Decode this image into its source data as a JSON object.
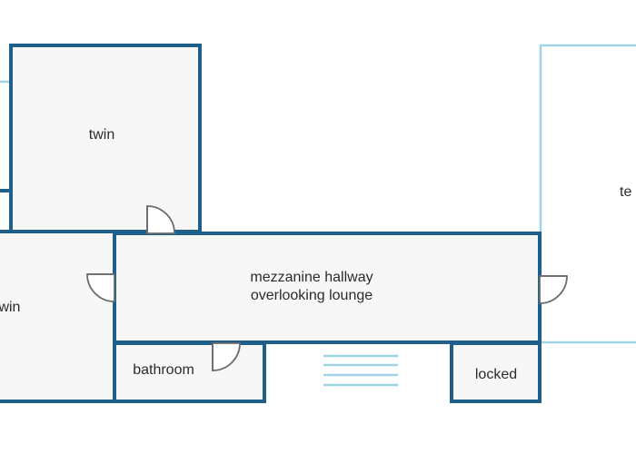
{
  "rooms": {
    "twin_top": "twin",
    "twin_left": "twin",
    "terrace_partial": "te",
    "hallway_line1": "mezzanine hallway",
    "hallway_line2": "overlooking lounge",
    "bathroom": "bathroom",
    "locked": "locked"
  },
  "colors": {
    "wall": "#1f5f8b",
    "wall_light": "#9fd3e6",
    "room_fill": "#f7f7f7",
    "door": "#6b6b6b",
    "stairs": "#9fd3e6"
  },
  "icons": [
    "door-icon",
    "stairs-icon"
  ]
}
